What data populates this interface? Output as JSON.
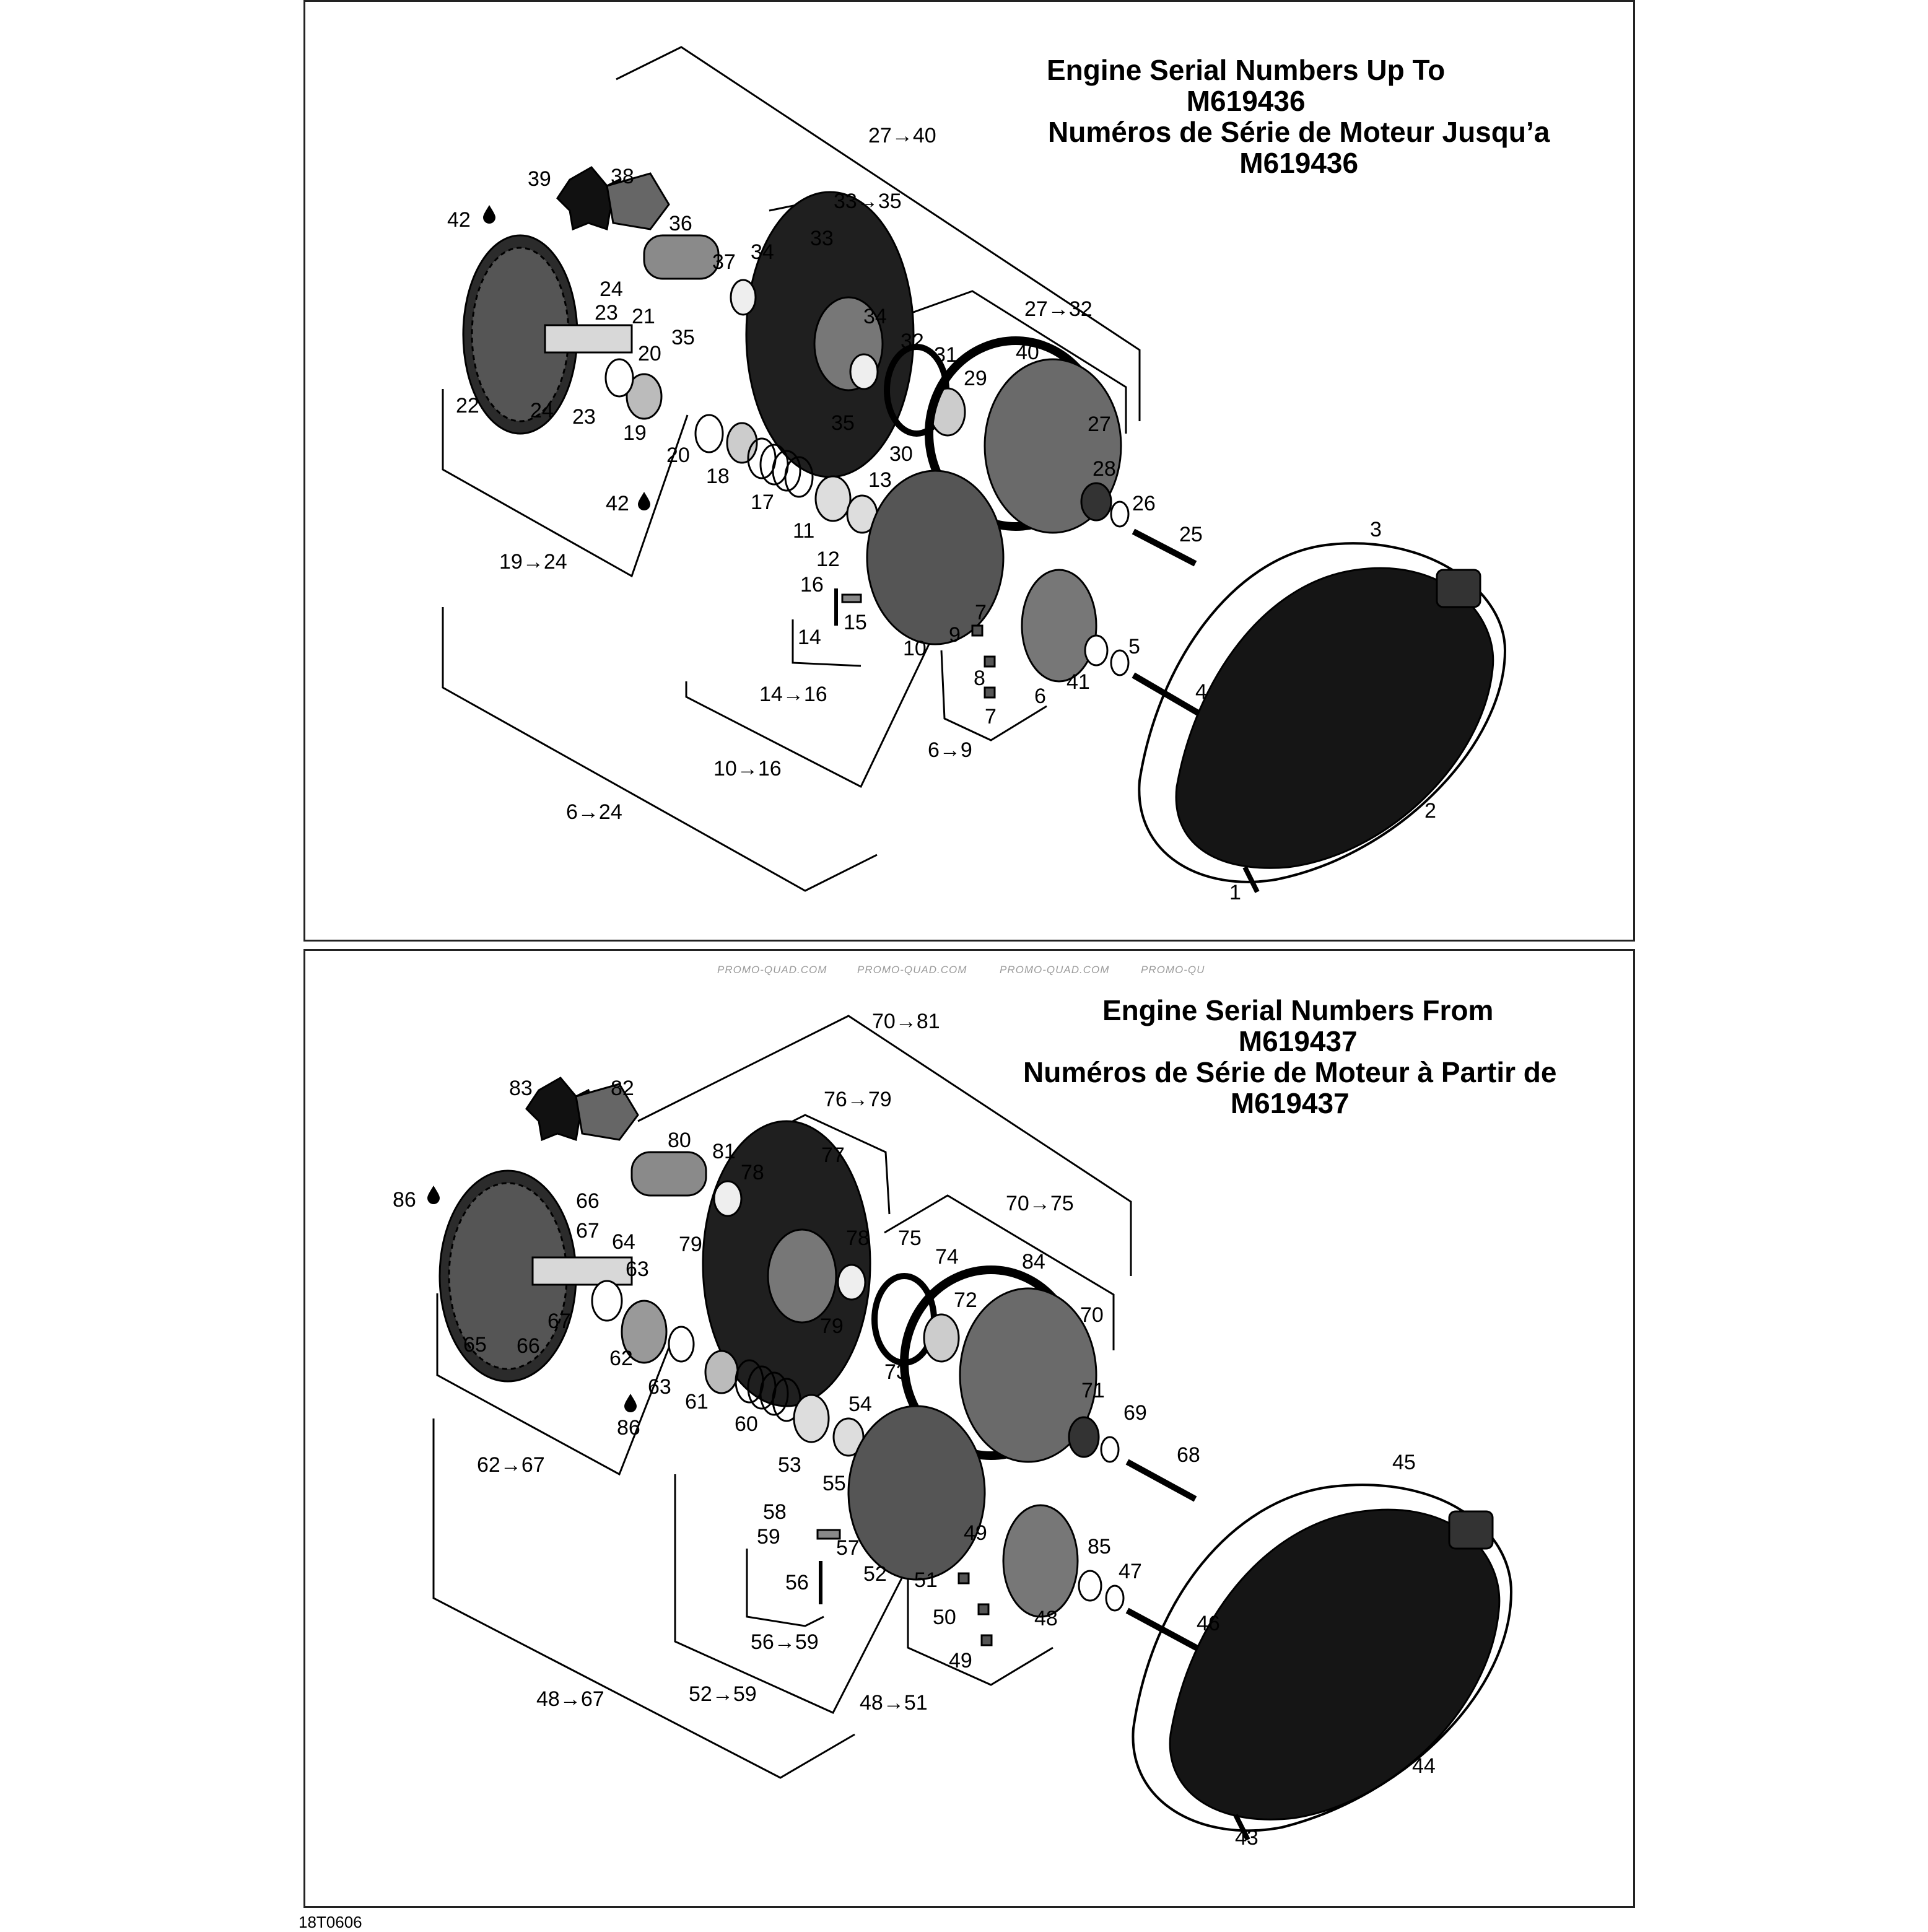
{
  "top_diagram": {
    "title_lines": [
      "Engine Serial Numbers Up To",
      "M619436",
      "Numéros de Série de Moteur Jusqu’a",
      "M619436"
    ],
    "callouts": [
      "1",
      "2",
      "3",
      "4",
      "5",
      "6",
      "7",
      "7",
      "8",
      "9",
      "10",
      "11",
      "12",
      "13",
      "14",
      "15",
      "16",
      "17",
      "18",
      "19",
      "20",
      "20",
      "21",
      "22",
      "23",
      "23",
      "24",
      "24",
      "25",
      "26",
      "27",
      "28",
      "29",
      "30",
      "31",
      "32",
      "33",
      "34",
      "34",
      "35",
      "35",
      "36",
      "37",
      "38",
      "39",
      "40",
      "41",
      "42",
      "42"
    ],
    "group_labels": [
      "27→40",
      "33→35",
      "27→32",
      "19→24",
      "14→16",
      "10→16",
      "6→9",
      "6→24"
    ]
  },
  "bottom_diagram": {
    "title_lines": [
      "Engine Serial Numbers From",
      "M619437",
      "Numéros de Série de Moteur à Partir de",
      "M619437"
    ],
    "watermark_text": "PROMO-QUAD.COM",
    "watermark_tail": "PROMO-QU",
    "callouts": [
      "43",
      "44",
      "45",
      "46",
      "47",
      "48",
      "49",
      "49",
      "50",
      "51",
      "52",
      "53",
      "54",
      "55",
      "56",
      "57",
      "58",
      "59",
      "60",
      "61",
      "62",
      "63",
      "63",
      "64",
      "65",
      "66",
      "66",
      "67",
      "67",
      "68",
      "69",
      "70",
      "71",
      "72",
      "73",
      "74",
      "75",
      "77",
      "78",
      "78",
      "79",
      "79",
      "80",
      "81",
      "82",
      "83",
      "84",
      "85",
      "86",
      "86"
    ],
    "group_labels": [
      "70→81",
      "76→79",
      "70→75",
      "62→67",
      "56→59",
      "52→59",
      "48→51",
      "48→67"
    ]
  },
  "footer": {
    "code": "18T0606"
  },
  "icons": [
    "oil-drop-icon"
  ]
}
